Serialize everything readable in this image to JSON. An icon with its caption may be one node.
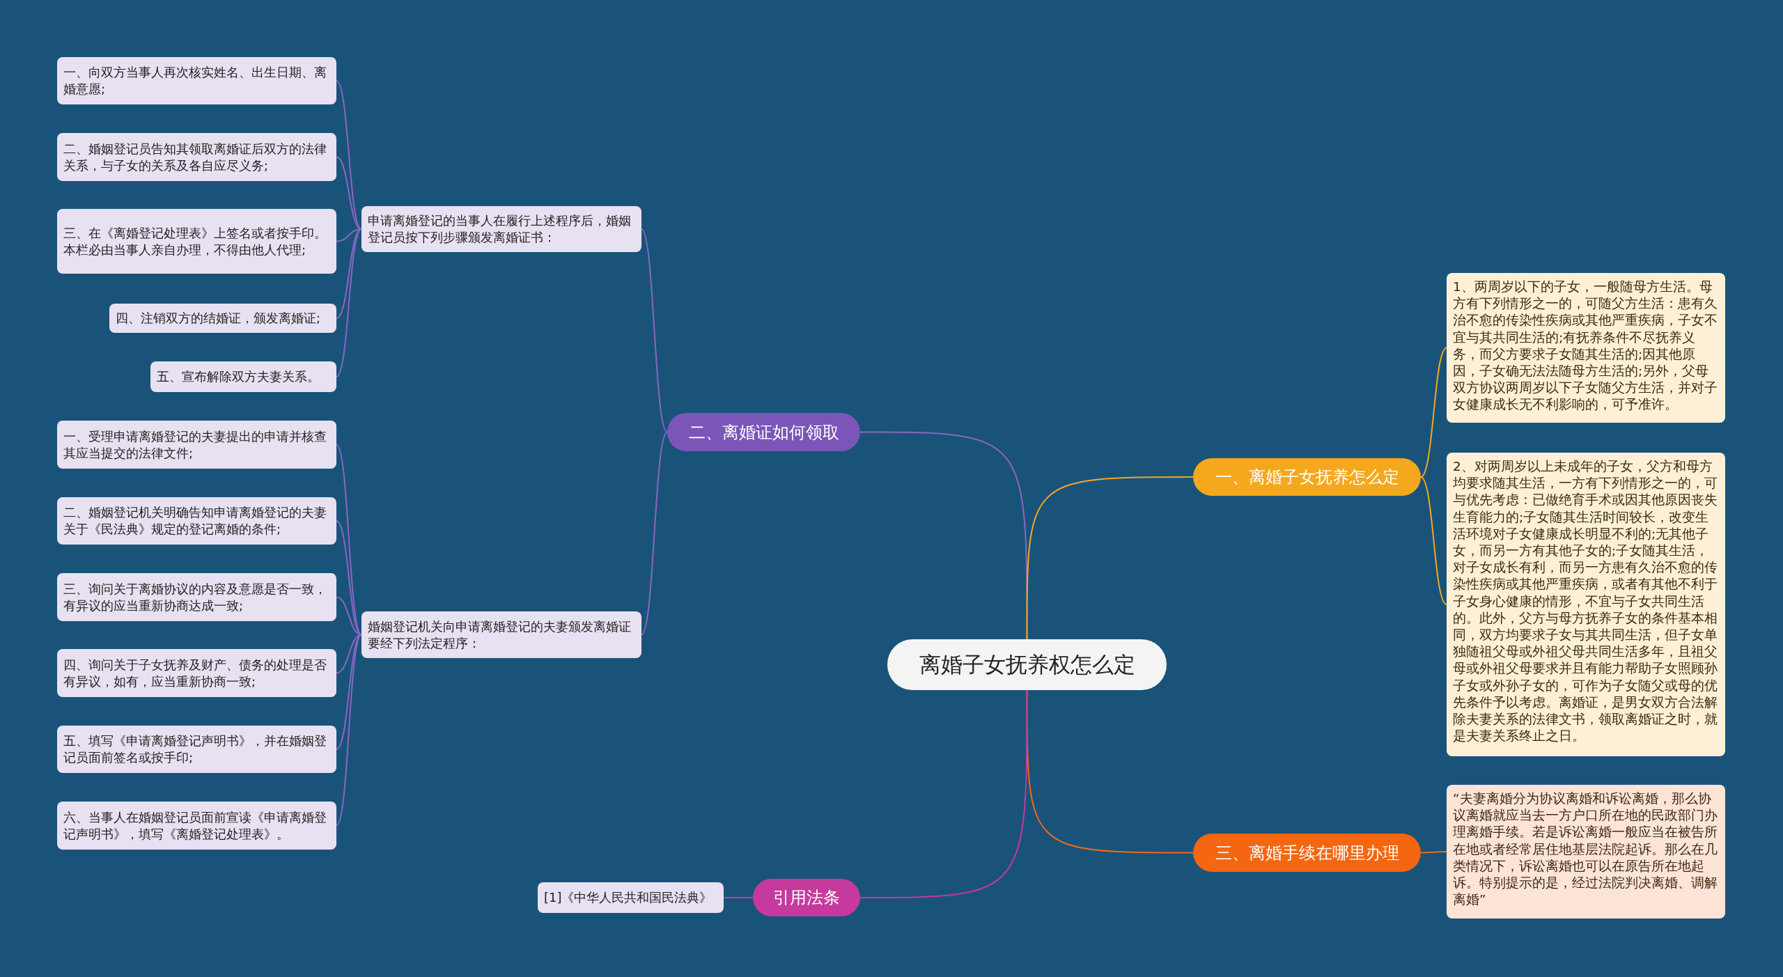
{
  "diagram": {
    "nodes": [
      {
        "text": [
          "离婚子女抚养权怎么定"
        ]
      },
      {
        "text": [
          "二、离婚证如何领取"
        ]
      },
      {
        "text": [
          "申请离婚登记的当事人在履行上述程序后，婚姻登记员按下列步骤颁发离婚证书："
        ]
      },
      {
        "text": [
          "一、向双方当事人再次核实姓名、出生日期、离婚意愿;"
        ]
      },
      {
        "text": [
          "二、婚姻登记员告知其领取离婚证后双方的法律关系，与子女的关系及各自应尽义务;"
        ]
      },
      {
        "text": [
          "三、在《离婚登记处理表》上签名或者按手印。本栏必由当事人亲自办理，不得由他人代理;"
        ]
      },
      {
        "text": [
          "四、注销双方的结婚证，颁发离婚证;"
        ]
      },
      {
        "text": [
          "五、宣布解除双方夫妻关系。"
        ]
      },
      {
        "text": [
          "婚姻登记机关向申请离婚登记的夫妻颁发离婚证要经下列法定程序："
        ]
      },
      {
        "text": [
          "一、受理申请离婚登记的夫妻提出的申请并核查其应当提交的法律文件;"
        ]
      },
      {
        "text": [
          "二、婚姻登记机关明确告知申请离婚登记的夫妻关于《民法典》规定的登记离婚的条件;"
        ]
      },
      {
        "text": [
          "三、询问关于离婚协议的内容及意愿是否一致，有异议的应当重新协商达成一致;"
        ]
      },
      {
        "text": [
          "四、询问关于子女抚养及财产、债务的处理是否有异议，如有，应当重新协商一致;"
        ]
      },
      {
        "text": [
          "五、填写《申请离婚登记声明书》，并在婚姻登记员面前签名或按手印;"
        ]
      },
      {
        "text": [
          "六、当事人在婚姻登记员面前宣读《申请离婚登记声明书》，填写《离婚登记处理表》。"
        ]
      },
      {
        "text": [
          "一、离婚子女抚养怎么定"
        ]
      },
      {
        "text": [
          "1、两周岁以下的子女，一般随母方生活。母方有下列情形之一的，可随父方生活：患有久治不愈的传染性疾病或其他严重疾病，子女不宜与其共同生活的;有抚养条件不尽抚养义务，而父方要求子女随其生活的;因其他原因，子女确无法法随母方生活的;另外，父母双方协议两周岁以下子女随父方生活，并对子女健康成长无不利影响的，可予准许。"
        ]
      },
      {
        "text": [
          "2、对两周岁以上未成年的子女，父方和母方均要求随其生活，一方有下列情形之一的，可与优先考虑：已做绝育手术或因其他原因丧失生育能力的;子女随其生活时间较长，改变生活环境对子女健康成长明显不利的;无其他子女，而另一方有其他子女的;子女随其生活，对子女成长有利，而另一方患有久治不愈的传染性疾病或其他严重疾病，或者有其他不利于子女身心健康的情形，不宜与子女共同生活的。此外，父方与母方抚养子女的条件基本相同，双方均要求子女与其共同生活，但子女单独随祖父母或外祖父母共同生活多年，且祖父母或外祖父母要求并且有能力帮助子女照顾孙子女或外孙子女的，可作为子女随父或母的优先条件予以考虑。离婚证，是男女双方合法解除夫妻关系的法律文书，领取离婚证之时，就是夫妻关系终止之日。"
        ]
      },
      {
        "text": [
          "三、离婚手续在哪里办理"
        ]
      },
      {
        "text": [
          "“夫妻离婚分为协议离婚和诉讼离婚，那么协议离婚就应当去一方户口所在地的民政部门办理离婚手续。若是诉讼离婚一般应当在被告所在地或者经常居住地基层法院起诉。那么在几类情况下，诉讼离婚也可以在原告所在地起诉。特别提示的是，经过法院判决离婚、调解离婚”"
        ]
      },
      {
        "text": [
          "引用法条"
        ]
      },
      {
        "text": [
          "[1]《中华人民共和国民法典》"
        ]
      }
    ],
    "edges": [
      {
        "from": 0,
        "to": 1,
        "arrow": "none"
      },
      {
        "from": 1,
        "to": 2,
        "arrow": "none"
      },
      {
        "from": 2,
        "to": 3,
        "arrow": "none"
      },
      {
        "from": 2,
        "to": 4,
        "arrow": "none"
      },
      {
        "from": 2,
        "to": 5,
        "arrow": "none"
      },
      {
        "from": 2,
        "to": 6,
        "arrow": "none"
      },
      {
        "from": 2,
        "to": 7,
        "arrow": "none"
      },
      {
        "from": 1,
        "to": 8,
        "arrow": "none"
      },
      {
        "from": 8,
        "to": 9,
        "arrow": "none"
      },
      {
        "from": 8,
        "to": 10,
        "arrow": "none"
      },
      {
        "from": 8,
        "to": 11,
        "arrow": "none"
      },
      {
        "from": 8,
        "to": 12,
        "arrow": "none"
      },
      {
        "from": 8,
        "to": 13,
        "arrow": "none"
      },
      {
        "from": 8,
        "to": 14,
        "arrow": "none"
      },
      {
        "from": 0,
        "to": 15,
        "arrow": "none",
        "color": "#f5a81c"
      },
      {
        "from": 15,
        "to": 16,
        "arrow": "none",
        "color": "#f5a81c"
      },
      {
        "from": 15,
        "to": 17,
        "arrow": "none",
        "color": "#f5a81c"
      },
      {
        "from": 0,
        "to": 18,
        "arrow": "none",
        "color": "#f26a1b"
      },
      {
        "from": 18,
        "to": 19,
        "arrow": "none",
        "color": "#f26a1b"
      },
      {
        "from": 0,
        "to": 20,
        "arrow": "none",
        "color": "#c4399b"
      },
      {
        "from": 20,
        "to": 21,
        "arrow": "none",
        "color": "#c4399b"
      }
    ]
  }
}
